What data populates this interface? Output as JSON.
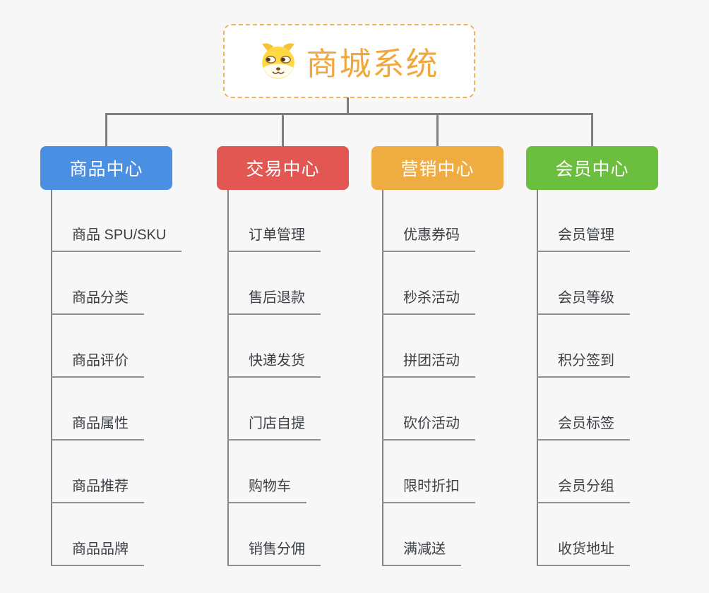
{
  "page": {
    "background": "#f7f7f7",
    "connector_color": "#7e7e7e"
  },
  "root": {
    "title": "商城系统",
    "icon": "shiba-dog-logo-icon",
    "text_color": "#f0a83e",
    "border_color": "#f2b45a"
  },
  "branches": [
    {
      "label": "商品中心",
      "color": "#4b8fe3",
      "items": [
        "商品 SPU/SKU",
        "商品分类",
        "商品评价",
        "商品属性",
        "商品推荐",
        "商品品牌"
      ]
    },
    {
      "label": "交易中心",
      "color": "#e25752",
      "items": [
        "订单管理",
        "售后退款",
        "快递发货",
        "门店自提",
        "购物车",
        "销售分佣"
      ]
    },
    {
      "label": "营销中心",
      "color": "#efac41",
      "items": [
        "优惠券码",
        "秒杀活动",
        "拼团活动",
        "砍价活动",
        "限时折扣",
        "满减送"
      ]
    },
    {
      "label": "会员中心",
      "color": "#6cbe3f",
      "items": [
        "会员管理",
        "会员等级",
        "积分签到",
        "会员标签",
        "会员分组",
        "收货地址"
      ]
    }
  ]
}
